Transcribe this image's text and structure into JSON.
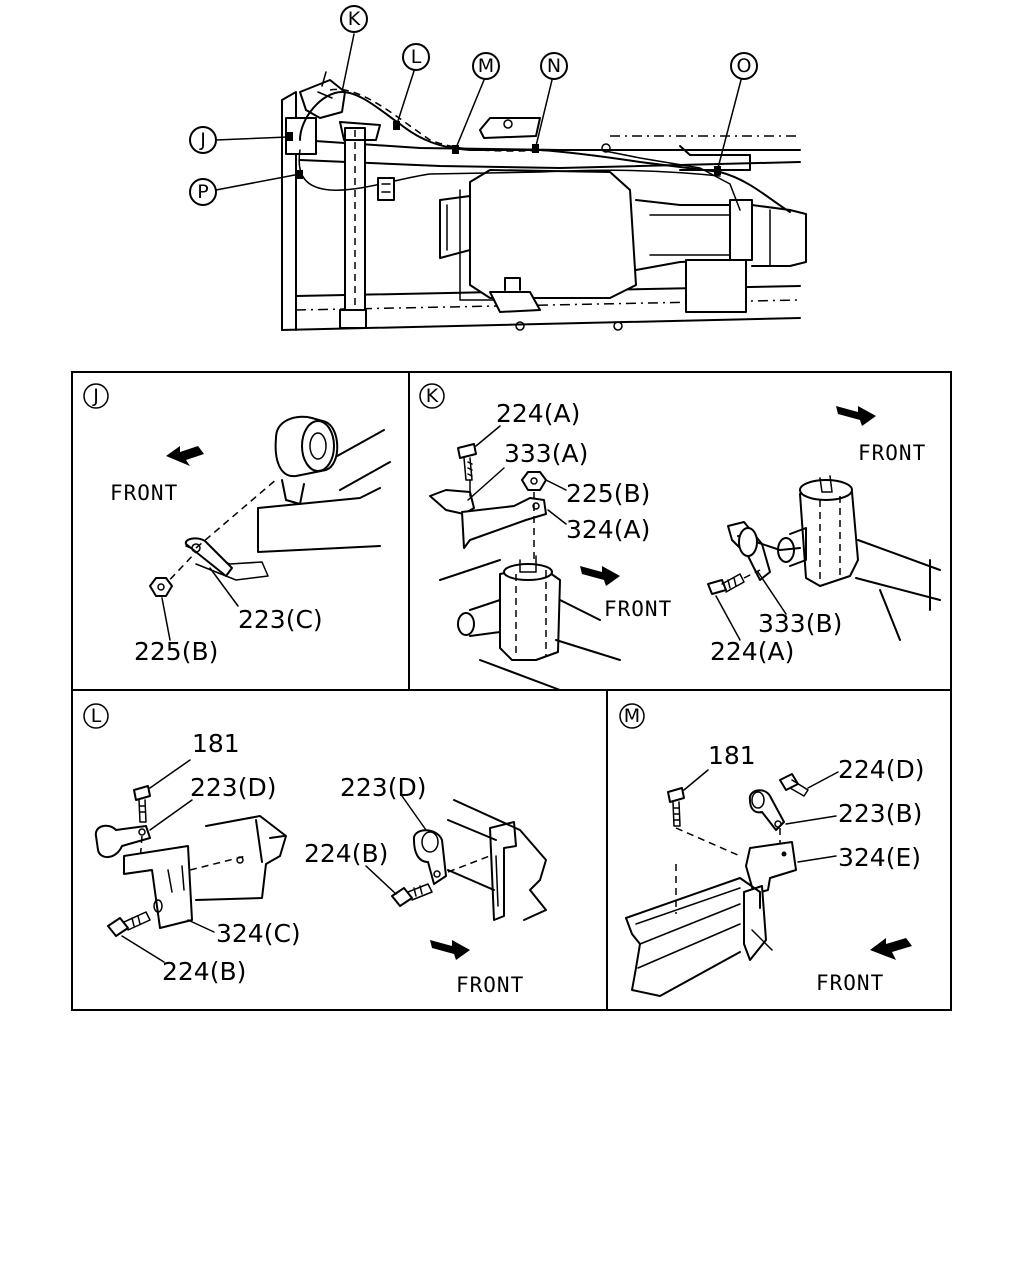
{
  "overview": {
    "callouts": [
      "K",
      "L",
      "M",
      "N",
      "O",
      "J",
      "P"
    ]
  },
  "panel_j": {
    "letter": "J",
    "front": "FRONT",
    "labels": [
      "223(C)",
      "225(B)"
    ]
  },
  "panel_k": {
    "letter": "K",
    "front": "FRONT",
    "labels": [
      "224(A)",
      "333(A)",
      "225(B)",
      "324(A)",
      "333(B)",
      "224(A)"
    ]
  },
  "panel_l": {
    "letter": "L",
    "front": "FRONT",
    "labels": [
      "181",
      "223(D)",
      "324(C)",
      "224(B)",
      "223(D)",
      "224(B)"
    ]
  },
  "panel_m": {
    "letter": "M",
    "front": "FRONT",
    "labels": [
      "181",
      "224(D)",
      "223(B)",
      "324(E)"
    ]
  },
  "colors": {
    "ink": "#000000",
    "paper": "#ffffff"
  }
}
